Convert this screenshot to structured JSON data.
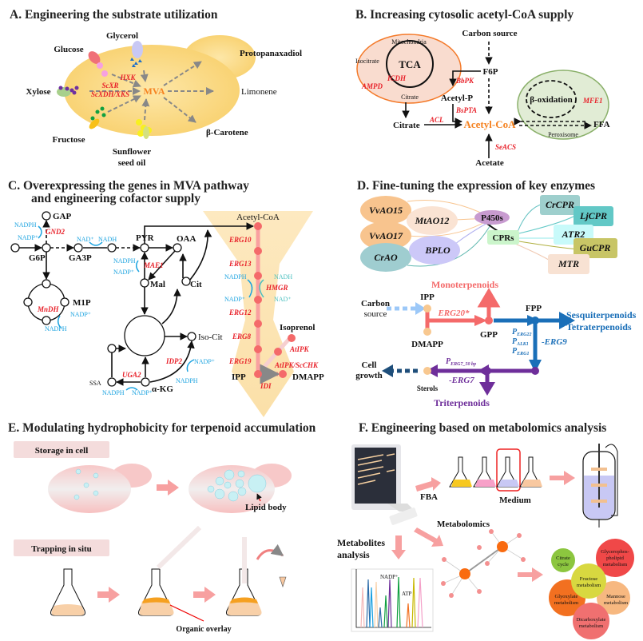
{
  "panel_a": {
    "title": "A. Engineering the substrate utilization",
    "substrates": [
      "Glycerol",
      "Glucose",
      "Xylose",
      "Fructose",
      "Sunflower",
      "seed oil"
    ],
    "hub": "MVA",
    "products": [
      "Protopanaxadiol",
      "Limonene",
      "β-Carotene"
    ],
    "enzymes": [
      "HXK",
      "ScXR",
      "ScXDH/XKS"
    ]
  },
  "panel_b": {
    "title": "B. Increasing cytosolic acetyl-CoA supply",
    "mitochondria": "Mitochondria",
    "isocitrate": "Isocitrate",
    "tca": "TCA",
    "citrate_inner": "Citrate",
    "icdh": "ICDH",
    "ampd": "AMPD",
    "carbon_source": "Carbon source",
    "f6p": "F6P",
    "phpk": "BbPK",
    "acetyl_p": "Acetyl-P",
    "bepta": "BsPTA",
    "citrate": "Citrate",
    "acl": "ACL",
    "acetyl_coa": "Acetyl-CoA",
    "seacs": "SeACS",
    "acetate": "Acetate",
    "beta_ox": "β-oxidation",
    "mfe1": "MFE1",
    "ffa": "FFA",
    "peroxisome": "Peroxisome"
  },
  "panel_c": {
    "title_line1": "C. Overexpressing the genes in MVA pathway",
    "title_line2": "and engineering cofactor supply",
    "metabolites": {
      "gap": "GAP",
      "g6p": "G6P",
      "ga3p": "GA3P",
      "pyr": "PYR",
      "oaa": "OAA",
      "mal": "Mal",
      "cit": "Cit",
      "m1p": "M1P",
      "iso_cit": "Iso-Cit",
      "ssa": "SSA",
      "akg": "α-KG",
      "acetyl_coa": "Acetyl-CoA",
      "isoprenol": "Isoprenol",
      "ipp": "IPP",
      "dmapp": "DMAPP"
    },
    "enzymes": {
      "gnd2": "GND2",
      "mae1": "MAE1",
      "madh": "MnDH",
      "idp2": "IDP2",
      "uga2": "UGA2",
      "erg10": "ERG10",
      "erg13": "ERG13",
      "hmgr": "HMGR",
      "erg12": "ERG12",
      "erg8": "ERG8",
      "erg19": "ERG19",
      "idi": "IDI",
      "atipk": "AtIPK",
      "atipk_scchk": "AtIPK/ScCHK"
    },
    "cofactors": {
      "c1": "NADPH",
      "c2": "NADP⁺",
      "c3": "NAD⁺",
      "c4": "NADH",
      "c5": "NADPH",
      "c6": "NADP⁺",
      "c7": "NADP⁺",
      "c8": "NADPH",
      "c9": "NADPH",
      "c10": "NADP⁺",
      "c11": "NADH",
      "c12": "NAD⁺",
      "c13": "NADP⁺",
      "c14": "NADPH",
      "c15": "NADPH",
      "c16": "NADP⁺"
    }
  },
  "panel_d": {
    "title": "D. Fine-tuning the expression of key enzymes",
    "oxidases": [
      "VvAO15",
      "MtAO12",
      "VvAO17",
      "BPLO",
      "CrAO"
    ],
    "p450s": "P450s",
    "cprs": "CPRs",
    "reductases": [
      "CrCPR",
      "LjCPR",
      "ATR2",
      "GuCPR",
      "MTR"
    ],
    "monoterpenoids": "Monoterpenoids",
    "ipp": "IPP",
    "carbon_source": [
      "Carbon",
      "source"
    ],
    "dmapp": "DMAPP",
    "erg20": "ERG20*",
    "gpp": "GPP",
    "fpp": "FPP",
    "sesqui": "Sesquiterpenoids",
    "tetra": "Tetraterpenoids",
    "promoters": [
      {
        "p": "P",
        "sub": "ERG22"
      },
      {
        "p": "P",
        "sub": "ALK1"
      },
      {
        "p": "P",
        "sub": "ERG1"
      }
    ],
    "erg9": "-ERG9",
    "cell_growth": [
      "Cell",
      "growth"
    ],
    "sterols": "Sterols",
    "erg7_promoter": {
      "p": "P",
      "sub": "ERG7_50 bp"
    },
    "erg7": "-ERG7",
    "triterpenoids": "Triterpenoids",
    "colors": {
      "mono": "#f46a6a",
      "sesqui": "#1a6fb8",
      "tri": "#6e2e9a"
    }
  },
  "panel_e": {
    "title": "E. Modulating hydrophobicity for terpenoid accumulation",
    "storage": "Storage in cell",
    "lipid_body": "Lipid body",
    "trapping": "Trapping in situ",
    "organic_overlay": "Organic overlay"
  },
  "panel_f": {
    "title": "F. Engineering based on metabolomics analysis",
    "fba": "FBA",
    "medium": "Medium",
    "metabolomics": "Metabolomics",
    "metabolites_analysis": [
      "Metabolites",
      "analysis"
    ],
    "peaks": [
      "NADP⁺",
      "ATP"
    ],
    "pathways": [
      {
        "l1": "Citrate",
        "l2": "cycle",
        "color": "#8cc63f"
      },
      {
        "l1": "Glycerophos-",
        "l2": "pholipid",
        "l3": "metabolism",
        "color": "#f04848"
      },
      {
        "l1": "Fructose",
        "l2": "metabolism",
        "color": "#d8d840"
      },
      {
        "l1": "Glyoxylate",
        "l2": "metabolism",
        "color": "#f27020"
      },
      {
        "l1": "Mannose",
        "l2": "metabolism",
        "color": "#f7b880"
      },
      {
        "l1": "Dicarboxylate",
        "l2": "metabolism",
        "color": "#f07070"
      }
    ]
  }
}
